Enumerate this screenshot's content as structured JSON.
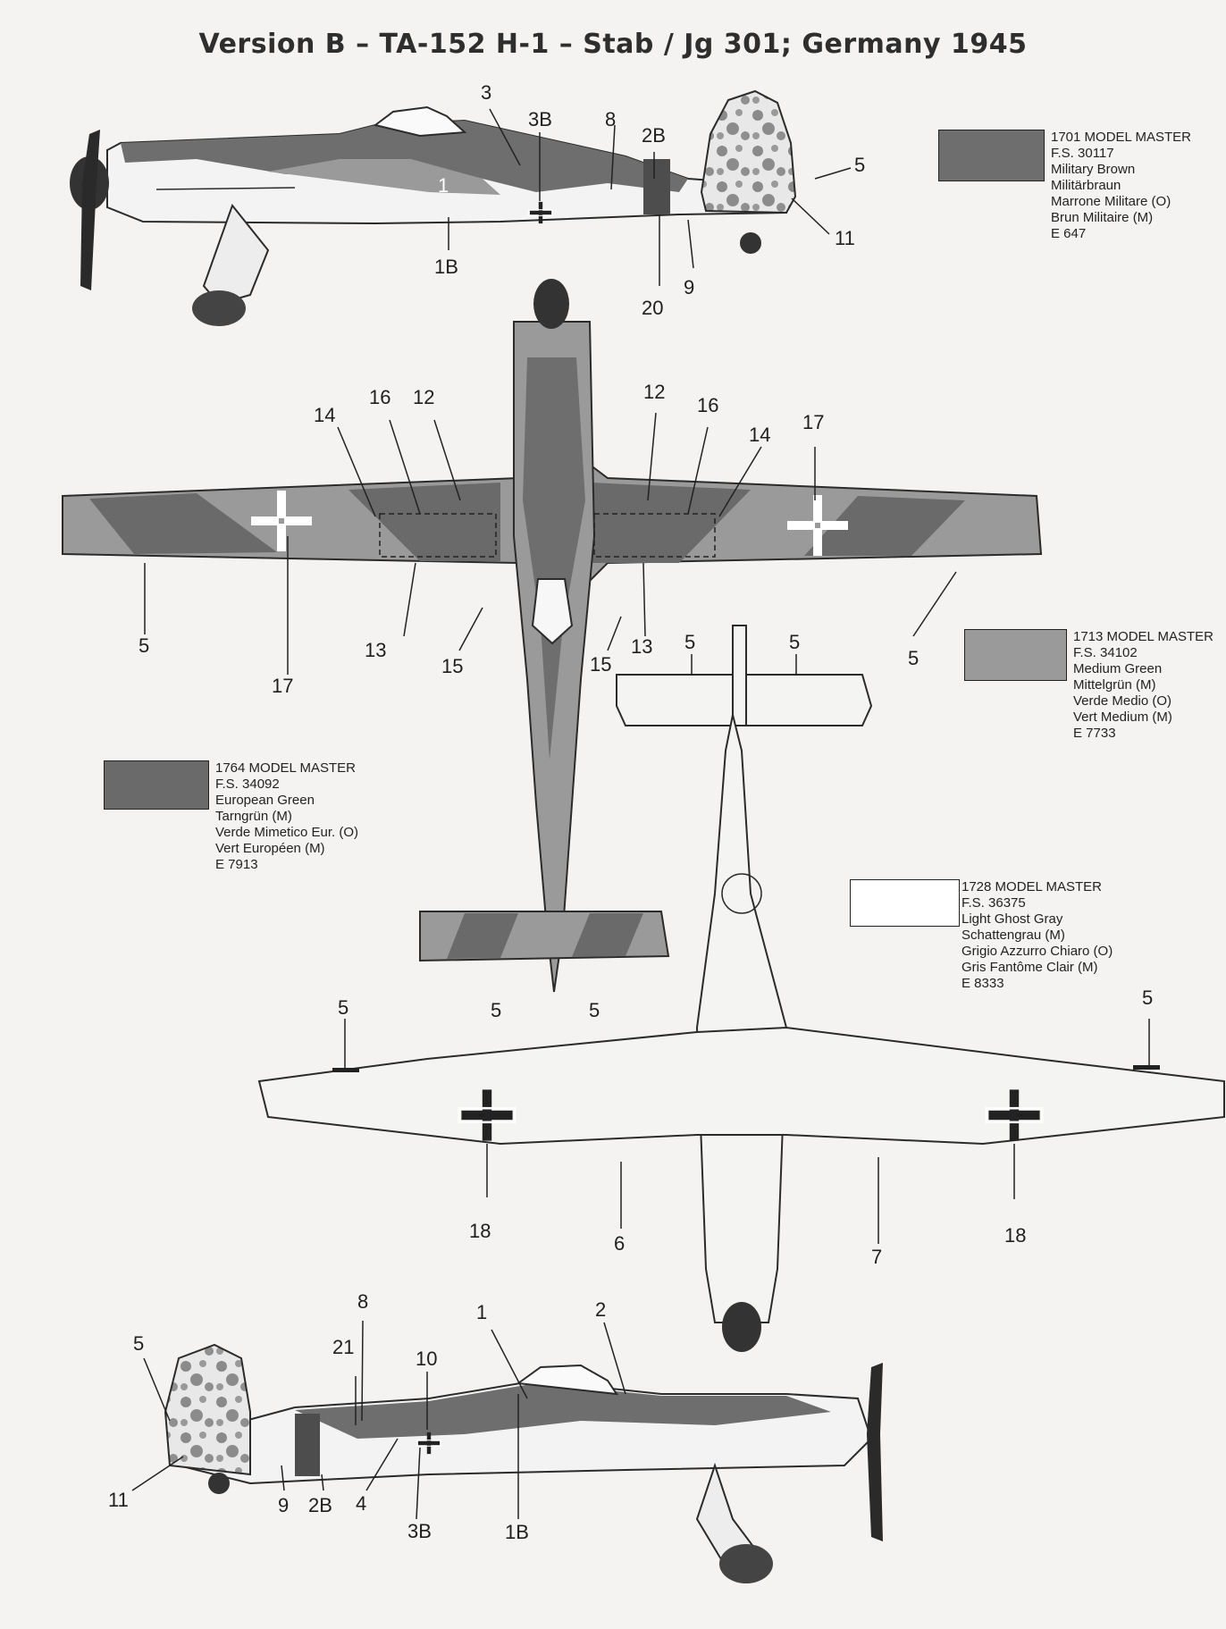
{
  "title": "Version B – TA-152 H-1 – Stab / Jg 301; Germany 1945",
  "colors": {
    "military_brown": "#6e6e6e",
    "medium_green": "#9a9a9a",
    "european_green": "#6a6a6a",
    "light_ghost_gray": "#f4f4f2",
    "outline": "#2b2b2b"
  },
  "legends": [
    {
      "color": "#6e6e6e",
      "lines": [
        "1701 MODEL MASTER",
        "F.S. 30117",
        "Military Brown",
        "Militärbraun",
        "Marrone Militare (O)",
        "Brun Militaire (M)",
        "E 647"
      ]
    },
    {
      "color": "#9a9a9a",
      "lines": [
        "1713 MODEL MASTER",
        "F.S. 34102",
        "Medium Green",
        "Mittelgrün (M)",
        "Verde Medio (O)",
        "Vert Medium (M)",
        "E 7733"
      ]
    },
    {
      "color": "#6a6a6a",
      "lines": [
        "1764 MODEL MASTER",
        "F.S. 34092",
        "European Green",
        "Tarngrün (M)",
        "Verde Mimetico Eur. (O)",
        "Vert Européen (M)",
        "E 7913"
      ]
    },
    {
      "color": "#ffffff",
      "lines": [
        "1728 MODEL MASTER",
        "F.S. 36375",
        "Light Ghost Gray",
        "Schattengrau (M)",
        "Grigio Azzurro Chiaro (O)",
        "Gris Fantôme Clair (M)",
        "E 8333"
      ]
    }
  ],
  "callouts": {
    "side_top": [
      "3",
      "3B",
      "8",
      "2B",
      "5",
      "11",
      "9",
      "20",
      "1B"
    ],
    "top_view": [
      "16",
      "12",
      "14",
      "12",
      "16",
      "14",
      "17",
      "17",
      "5",
      "13",
      "15",
      "15",
      "13",
      "5",
      "5",
      "5"
    ],
    "tailplane": [
      "5",
      "5"
    ],
    "bottom_view": [
      "5",
      "5",
      "18",
      "6",
      "7",
      "18"
    ],
    "side_bottom": [
      "8",
      "1",
      "2",
      "5",
      "21",
      "10",
      "11",
      "9",
      "2B",
      "4",
      "3B",
      "1B"
    ]
  }
}
